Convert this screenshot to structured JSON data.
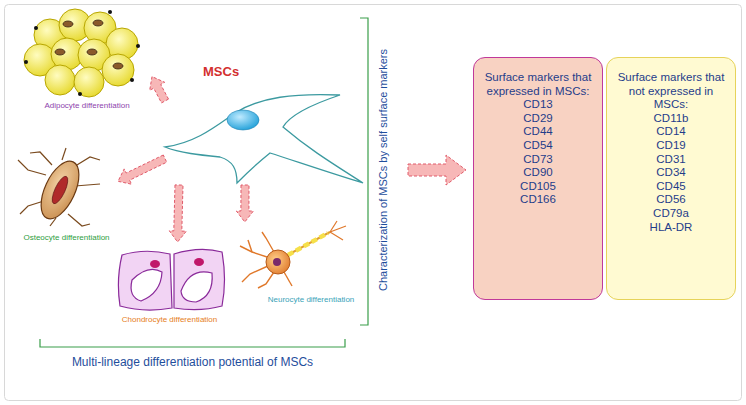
{
  "diagram": {
    "nodes": [
      {
        "text": [
          "MSCs"
        ]
      },
      {
        "text": [
          "Adipocyte differentiation"
        ]
      },
      {
        "text": [
          "Osteocyte differentiation"
        ]
      },
      {
        "text": [
          "Chondrocyte differentiation"
        ]
      },
      {
        "text": [
          "Neurocyte differentiation"
        ]
      },
      {
        "text": [
          "Surface markers that expressed in MSCs:",
          "CD13",
          "CD29",
          "CD44",
          "CD54",
          "CD73",
          "CD90",
          "CD105",
          "CD166"
        ]
      },
      {
        "text": [
          "Surface markers that not expressed in MSCs:",
          "CD11b",
          "CD14",
          "CD19",
          "CD31",
          "CD34",
          "CD45",
          "CD56",
          "CD79a",
          "HLA-DR"
        ]
      }
    ],
    "edges": [
      {
        "from": 0,
        "to": 1,
        "arrow": "to"
      },
      {
        "from": 0,
        "to": 2,
        "arrow": "to"
      },
      {
        "from": 0,
        "to": 3,
        "arrow": "to"
      },
      {
        "from": 0,
        "to": 4,
        "arrow": "to"
      }
    ],
    "labels": [
      "Multi-lineage differentiation potential of MSCs",
      "Characterization of MSCs by self surface markers"
    ]
  }
}
